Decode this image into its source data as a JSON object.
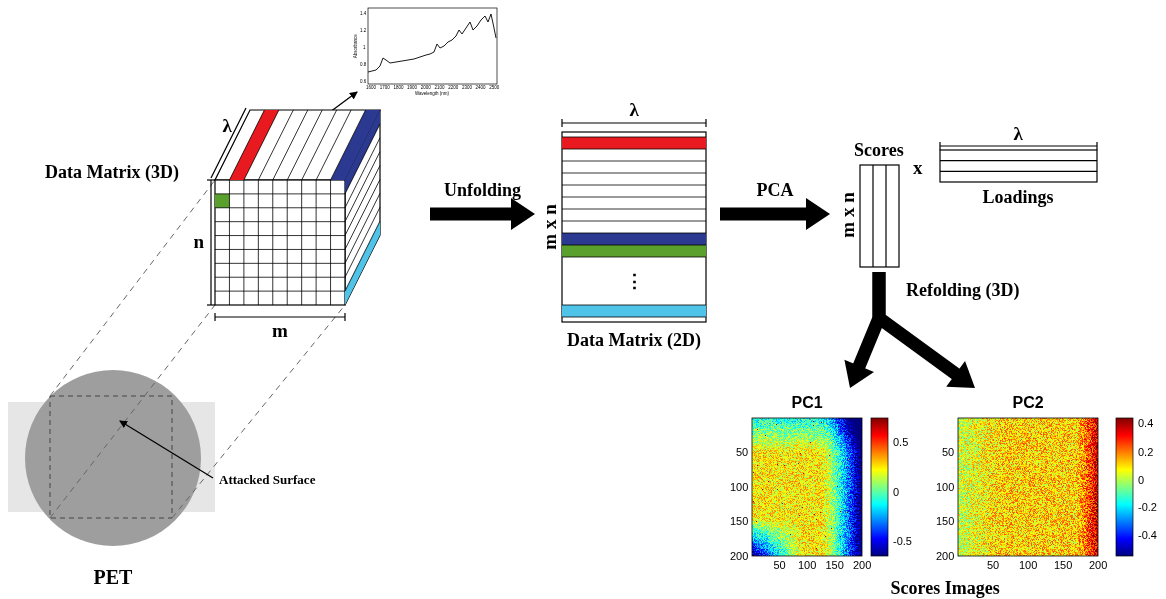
{
  "diagram": {
    "nodes": [
      {
        "text": [
          "Data Matrix (3D)"
        ]
      },
      {
        "text": [
          "PET"
        ]
      },
      {
        "text": [
          "Data Matrix (2D)"
        ]
      },
      {
        "text": [
          "Scores"
        ]
      },
      {
        "text": [
          "Loadings"
        ]
      },
      {
        "text": [
          "PC1"
        ]
      },
      {
        "text": [
          "PC2"
        ]
      }
    ],
    "edges": [
      {
        "from": 0,
        "to": 2,
        "arrow": "to",
        "label": "Unfolding"
      },
      {
        "from": 2,
        "to": 3,
        "arrow": "to",
        "label": "PCA"
      },
      {
        "from": 3,
        "to": 5,
        "arrow": "to",
        "label": "Refolding (3D)"
      },
      {
        "from": 3,
        "to": 6,
        "arrow": "to"
      }
    ],
    "labels": [
      "1.4",
      "1.2",
      "1",
      "0.8",
      "0.6",
      "1600",
      "1700",
      "1800",
      "1900",
      "2000",
      "2100",
      "2200",
      "2300",
      "2400",
      "2500",
      "Absorbance",
      "Wavelength (nm)",
      "λ",
      "n",
      "m",
      "Attacked Surface",
      "λ",
      "m x n",
      "⋮",
      "m x n",
      "x",
      "λ",
      "0.5",
      "0",
      "-0.5",
      "0.4",
      "0.2",
      "0",
      "-0.2",
      "-0.4",
      "50",
      "100",
      "150",
      "200",
      "50",
      "100",
      "150",
      "200",
      "50",
      "100",
      "150",
      "200",
      "50",
      "100",
      "150",
      "200",
      "Scores Images"
    ]
  }
}
